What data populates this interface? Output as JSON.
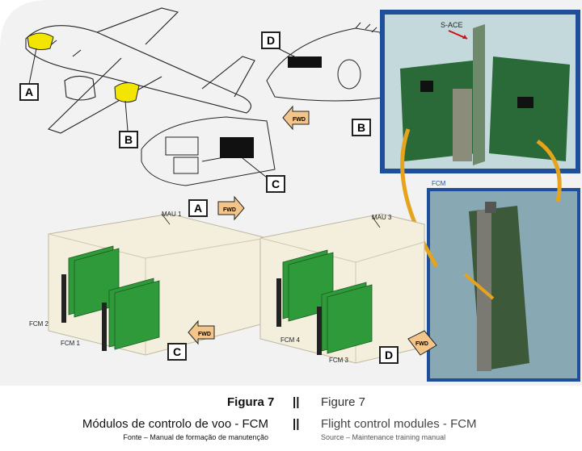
{
  "figure": {
    "callouts": [
      "A",
      "B",
      "C",
      "A",
      "B",
      "C",
      "D",
      "D"
    ],
    "fwd_label": "FWD",
    "sace_label": "S-ACE",
    "fcm_photo_label": "FCM",
    "mau1": "MAU 1",
    "mau3": "MAU 3",
    "fcm1": "FCM 1",
    "fcm2": "FCM 2",
    "fcm3": "FCM 3",
    "fcm4": "FCM 4",
    "highlight_color": "#f2e600",
    "card_color": "#2f9a3a",
    "arrow_color": "#e6a41c",
    "photo_frame_color": "#1f4f9a"
  },
  "caption": {
    "figure_pt": "Figura 7",
    "separator": "||",
    "figure_en": "Figure 7",
    "title_pt": "Módulos de controlo de voo - FCM",
    "title_en": "Flight control modules - FCM",
    "source_pt": "Fonte – Manual de formação de manutenção",
    "source_en": "Source – Maintenance training manual"
  }
}
